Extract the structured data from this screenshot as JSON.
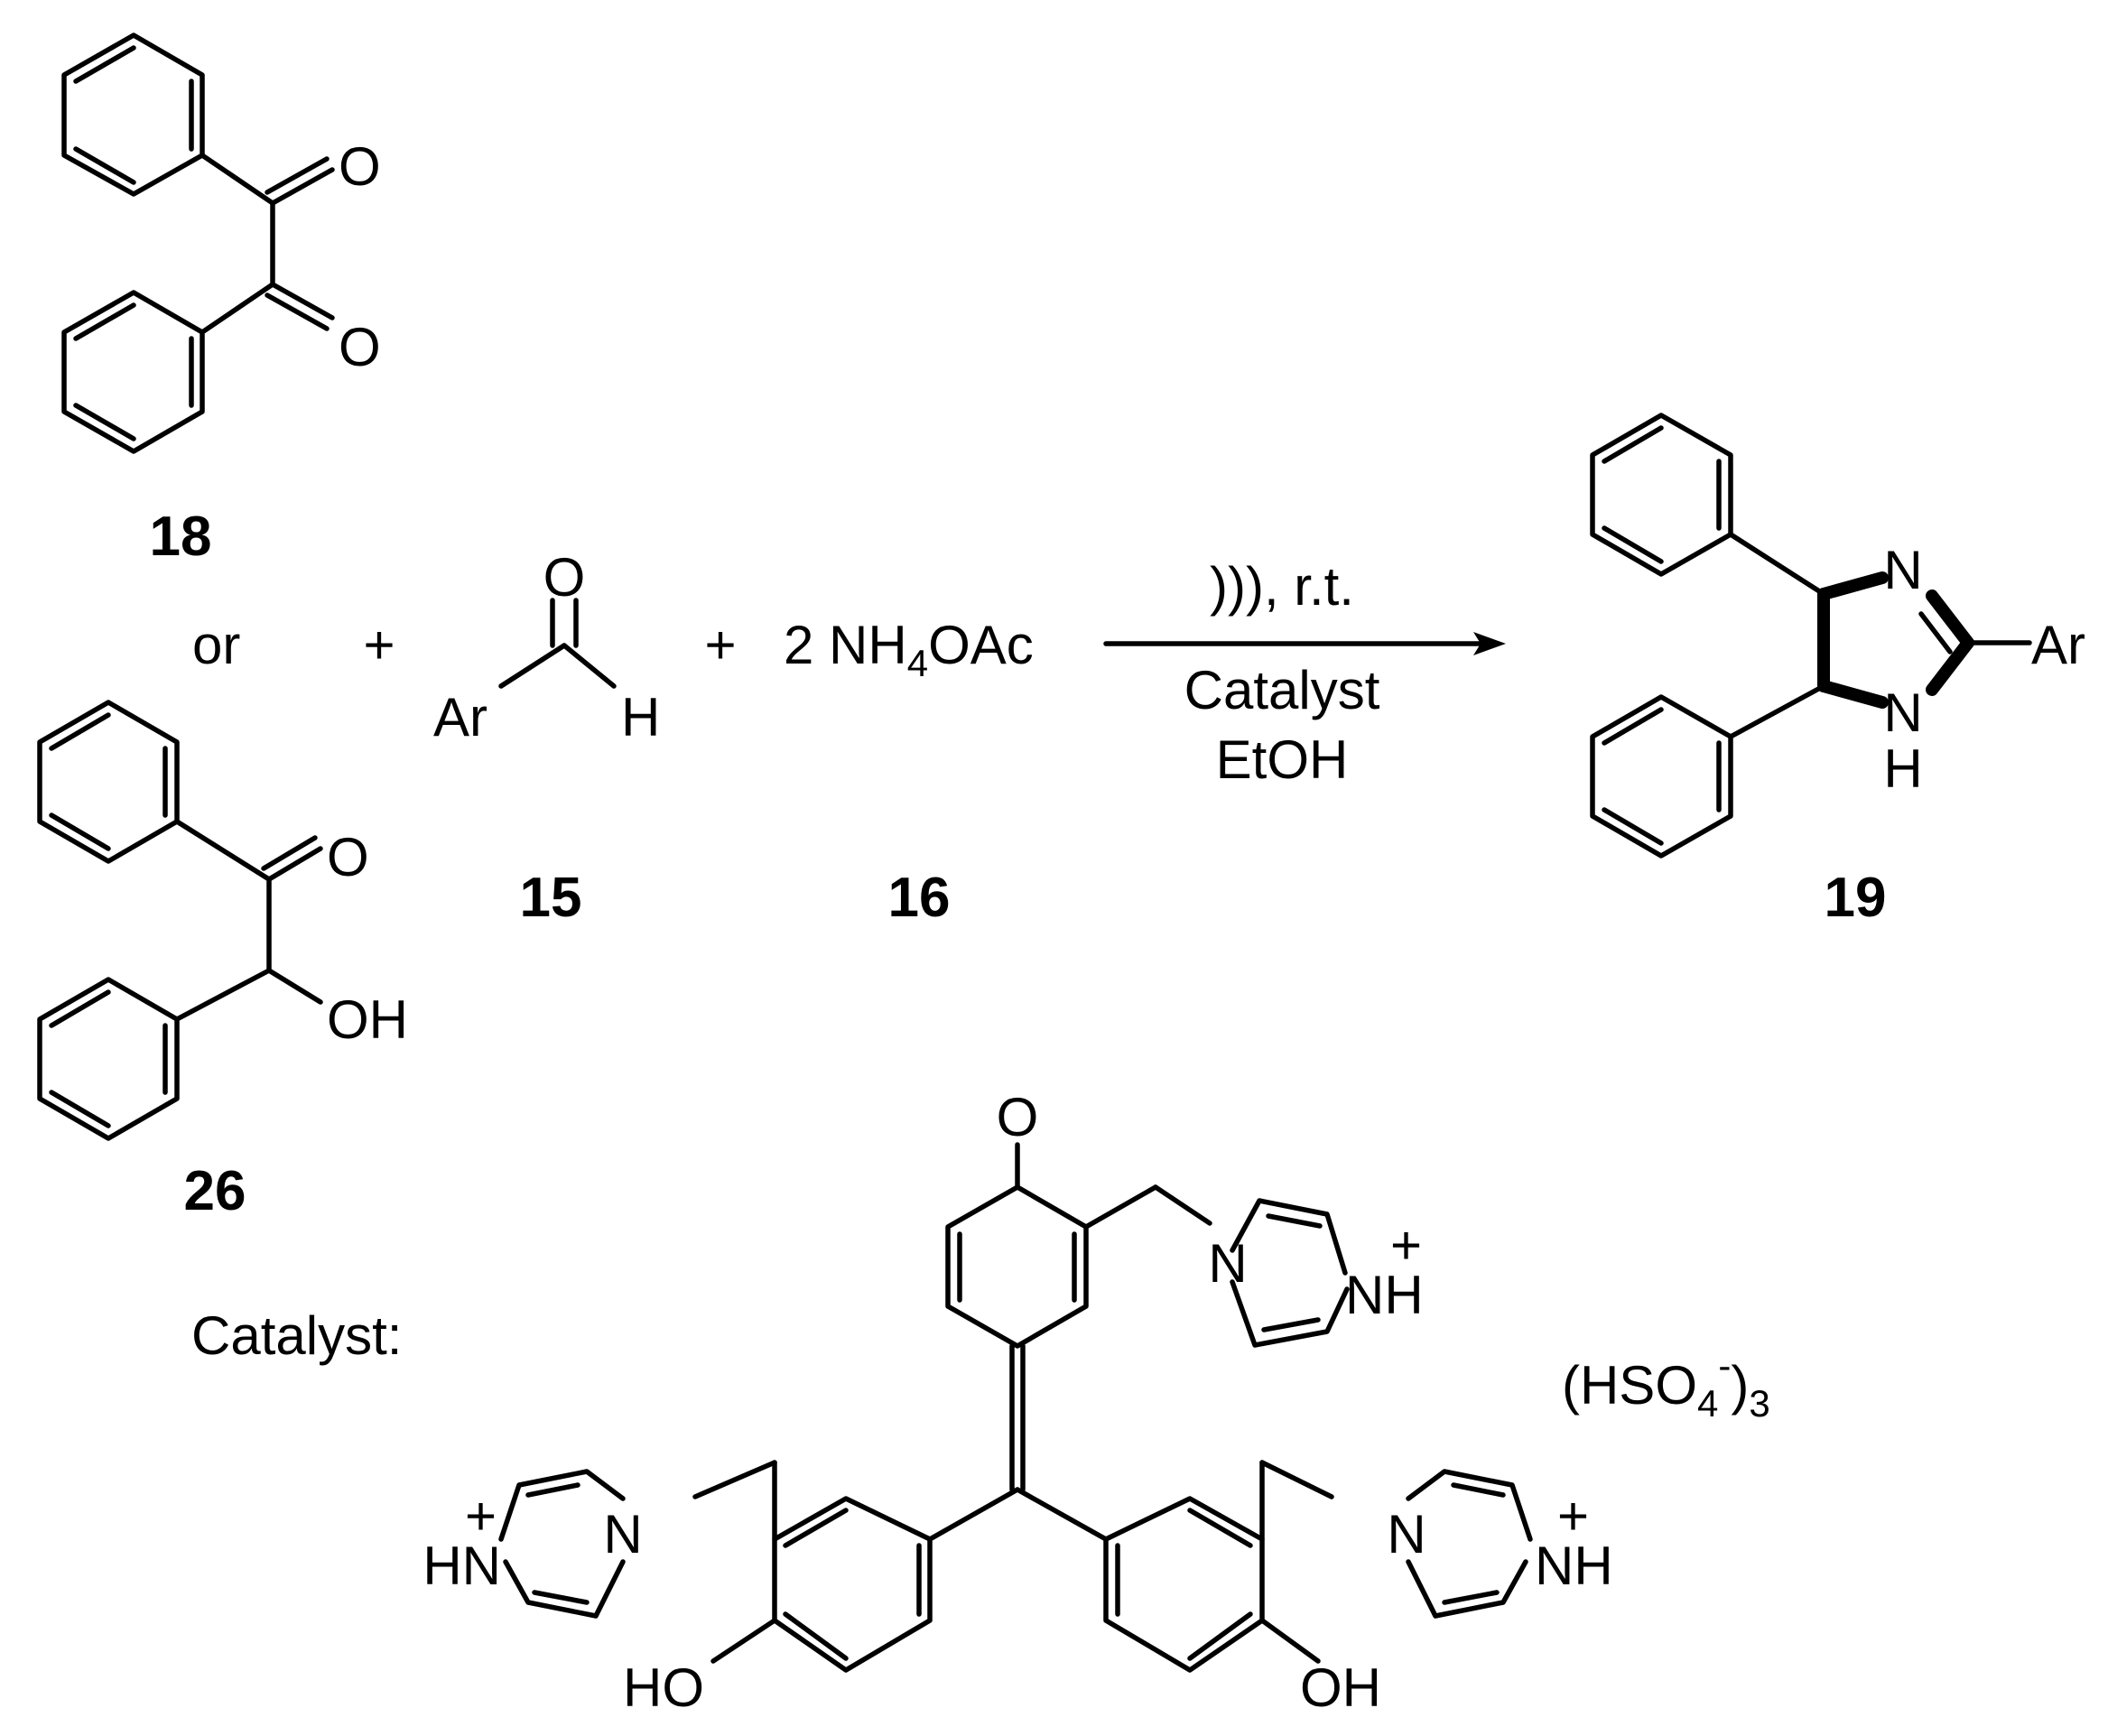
{
  "compound_labels": {
    "c18": "18",
    "c26": "26",
    "c15": "15",
    "c16": "16",
    "c19": "19"
  },
  "text": {
    "or": "or",
    "plus": "+",
    "ammonium_coef": "2 NH",
    "ammonium_sub": "4",
    "ammonium_tail": "OAc",
    "cond_above": "))), r.t.",
    "cond_below_1": "Catalyst",
    "cond_below_2": "EtOH",
    "catalyst_label": "Catalyst:",
    "counterion_open": "(HSO",
    "counterion_sub": "4",
    "counterion_sup": "-",
    "counterion_close": ")",
    "counterion_mult": "3"
  },
  "atoms": {
    "O": "O",
    "H": "H",
    "Ar": "Ar",
    "N": "N",
    "OH": "OH",
    "HO": "HO",
    "NH": "NH",
    "HN": "HN",
    "plus_charge": "+"
  }
}
